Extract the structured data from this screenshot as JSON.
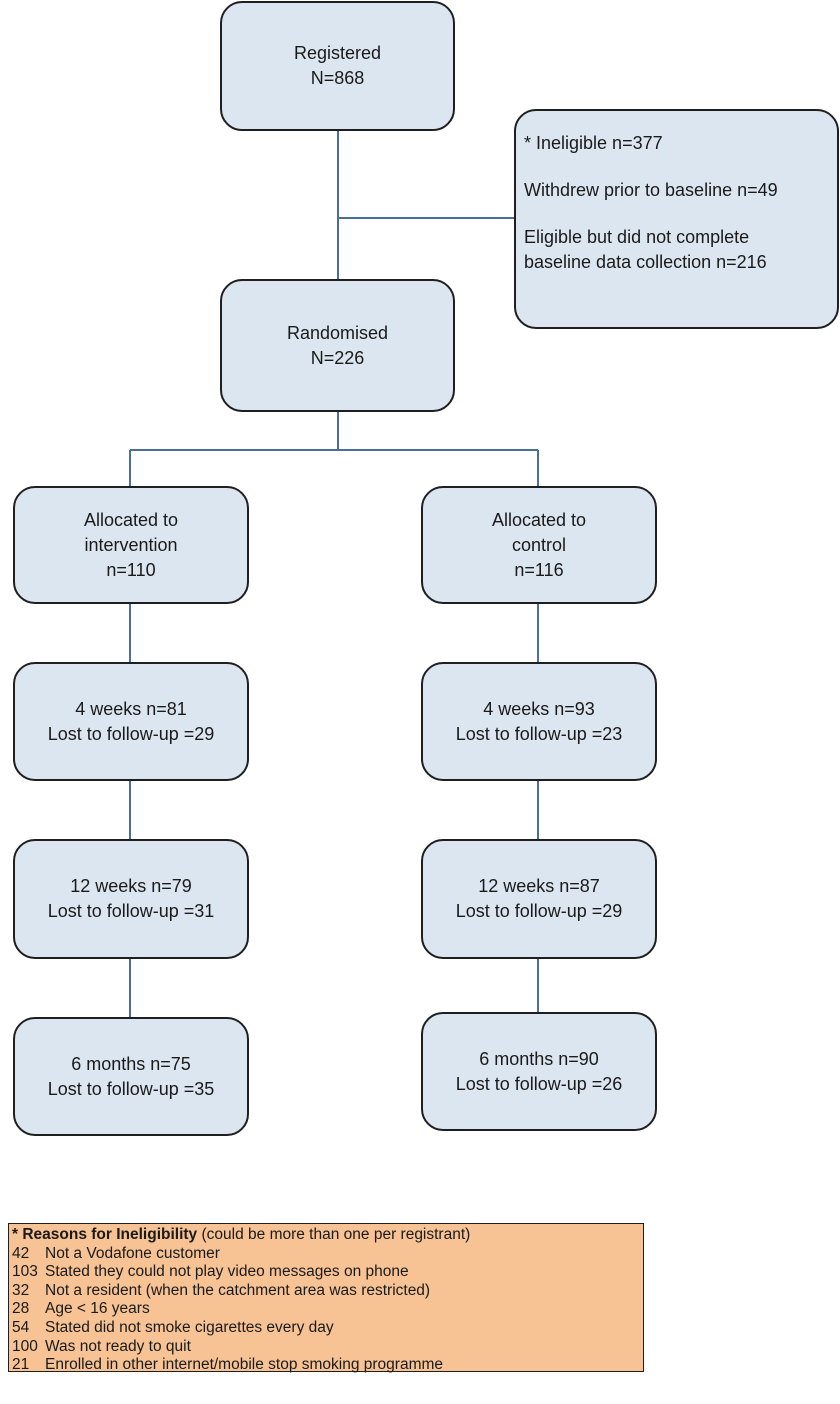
{
  "registered": {
    "label": "Registered",
    "count": "N=868"
  },
  "exclusions": {
    "ineligible": "* Ineligible n=377",
    "withdrew": "Withdrew prior to baseline n=49",
    "incomplete_1": "Eligible but did not complete",
    "incomplete_2": "baseline data collection n=216"
  },
  "randomised": {
    "label": "Randomised",
    "count": "N=226"
  },
  "intervention": {
    "alloc": {
      "line1": "Allocated to",
      "line2": "intervention",
      "count": "n=110"
    },
    "w4": {
      "line1": "4 weeks n=81",
      "line2": "Lost to follow-up =29"
    },
    "w12": {
      "line1": "12 weeks n=79",
      "line2": "Lost to follow-up =31"
    },
    "m6": {
      "line1": "6 months n=75",
      "line2": "Lost to follow-up =35"
    }
  },
  "control": {
    "alloc": {
      "line1": "Allocated to",
      "line2": "control",
      "count": "n=116"
    },
    "w4": {
      "line1": "4 weeks n=93",
      "line2": "Lost to follow-up =23"
    },
    "w12": {
      "line1": "12 weeks n=87",
      "line2": "Lost to follow-up =29"
    },
    "m6": {
      "line1": "6 months n=90",
      "line2": "Lost to follow-up =26"
    }
  },
  "reasons": {
    "title": "* Reasons for Ineligibility",
    "note": " (could be more than one per registrant)",
    "items": [
      {
        "n": "42",
        "text": "Not a Vodafone customer"
      },
      {
        "n": "103",
        "text": "Stated they could not play video messages on phone"
      },
      {
        "n": "32",
        "text": "Not a resident (when the catchment area was restricted)"
      },
      {
        "n": "28",
        "text": "Age < 16 years"
      },
      {
        "n": "54",
        "text": "Stated did not smoke cigarettes every day"
      },
      {
        "n": "100",
        "text": "Was not ready to quit"
      },
      {
        "n": "21",
        "text": "Enrolled in other internet/mobile stop smoking programme"
      }
    ]
  },
  "colors": {
    "box_fill": "#dce6f1",
    "line": "#4a6f9a",
    "legend_fill": "#f7c394"
  }
}
